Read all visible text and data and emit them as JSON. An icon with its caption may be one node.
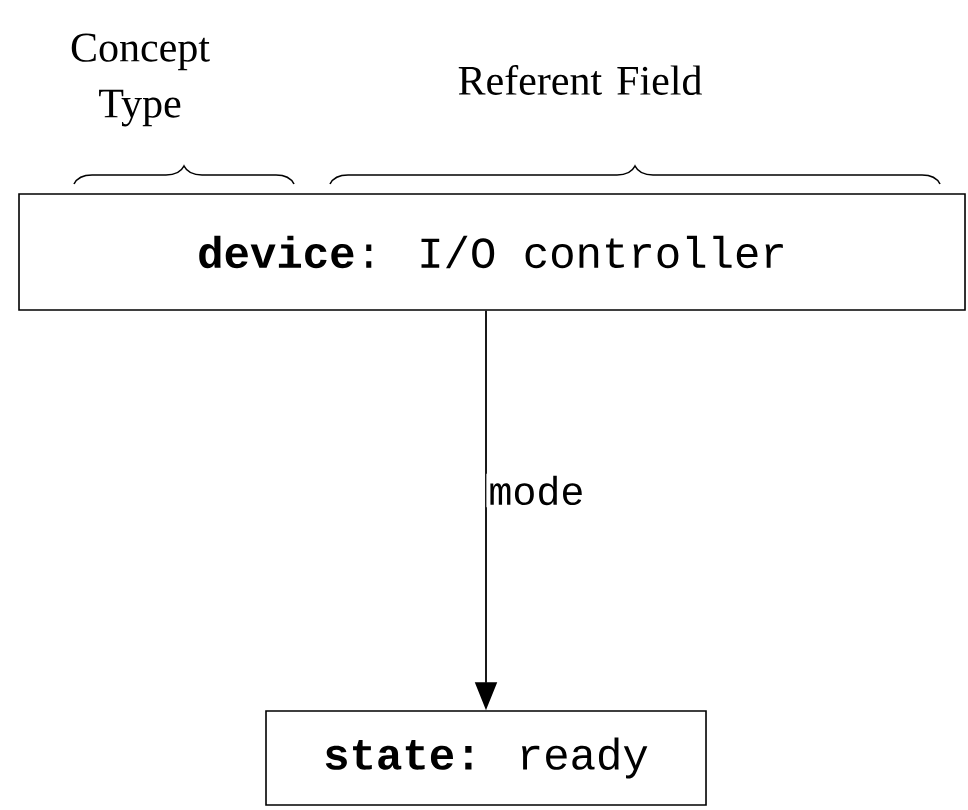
{
  "diagram": {
    "nodes": [
      {
        "text": [
          "**device**: I/O controller"
        ]
      },
      {
        "text": [
          "**state:** ready"
        ]
      }
    ],
    "edges": [
      {
        "from": 0,
        "to": 1,
        "arrow": "to",
        "label": "mode"
      }
    ],
    "labels": [
      "Concept Type",
      "Referent Field"
    ]
  }
}
